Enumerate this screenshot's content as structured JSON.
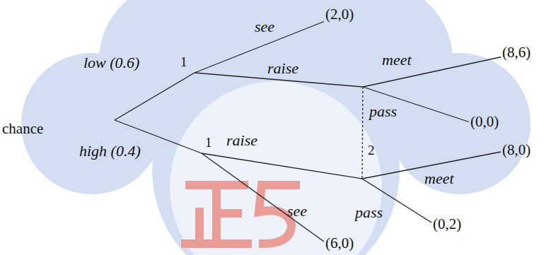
{
  "diagram": {
    "nodes": [
      {
        "text": [
          "chance"
        ]
      },
      {
        "text": [
          "1"
        ]
      },
      {
        "text": [
          "1"
        ]
      },
      {
        "text": [
          "2"
        ]
      },
      {
        "text": [
          "(2,0)"
        ]
      },
      {
        "text": [
          "(8,6)"
        ]
      },
      {
        "text": [
          "(0,0)"
        ]
      },
      {
        "text": [
          "(8,0)"
        ]
      },
      {
        "text": [
          "(0,2)"
        ]
      },
      {
        "text": [
          "(6,0)"
        ]
      }
    ],
    "edges": [
      {
        "from": 0,
        "to": 1,
        "label": "low (0.6)",
        "arrow": "none"
      },
      {
        "from": 0,
        "to": 2,
        "label": "high (0.4)",
        "arrow": "none"
      },
      {
        "from": 1,
        "to": 4,
        "label": "see",
        "arrow": "none"
      },
      {
        "from": 1,
        "to": 3,
        "label": "raise",
        "arrow": "none"
      },
      {
        "from": 3,
        "to": 5,
        "label": "meet",
        "arrow": "none"
      },
      {
        "from": 3,
        "to": 6,
        "label": "pass",
        "arrow": "none"
      },
      {
        "from": 3,
        "to": 7,
        "label": "meet",
        "arrow": "none"
      },
      {
        "from": 3,
        "to": 8,
        "label": "pass",
        "arrow": "none"
      },
      {
        "from": 2,
        "to": 3,
        "label": "raise",
        "arrow": "none"
      },
      {
        "from": 2,
        "to": 9,
        "label": "see",
        "arrow": "none"
      }
    ]
  }
}
